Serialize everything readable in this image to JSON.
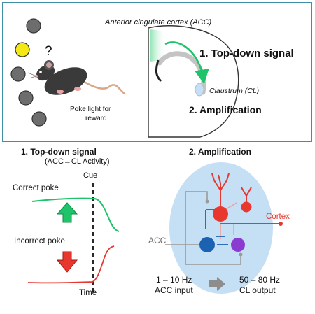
{
  "top_panel": {
    "acc_label": "Anterior cingulate cortex (ACC)",
    "cl_label": "Claustrum (CL)",
    "step1": "1. Top-down signal",
    "step2": "2. Amplification",
    "question_mark": "?",
    "poke_caption_line1": "Poke light for",
    "poke_caption_line2": "reward"
  },
  "left_panel": {
    "title": "1.  Top-down signal",
    "subtitle": "(ACC→CL Activity)",
    "cue": "Cue",
    "correct": "Correct poke",
    "incorrect": "Incorrect poke",
    "time": "Time"
  },
  "right_panel": {
    "title": "2. Amplification",
    "acc": "ACC",
    "cortex": "Cortex",
    "input_line1": "1 – 10 Hz",
    "input_line2": "ACC input",
    "output_line1": "50 – 80 Hz",
    "output_line2": "CL output"
  },
  "colors": {
    "border": "#3f8fa6",
    "green": "#1fc46a",
    "red": "#e8372e",
    "blue_neuron": "#1b62b3",
    "purple_neuron": "#8a3bd0",
    "oval": "#c5dff4",
    "grey": "#9a9a9a",
    "yellow": "#f5e915"
  },
  "icons": [
    "mouse-icon",
    "up-arrow-icon",
    "down-arrow-icon",
    "right-arrow-icon"
  ]
}
